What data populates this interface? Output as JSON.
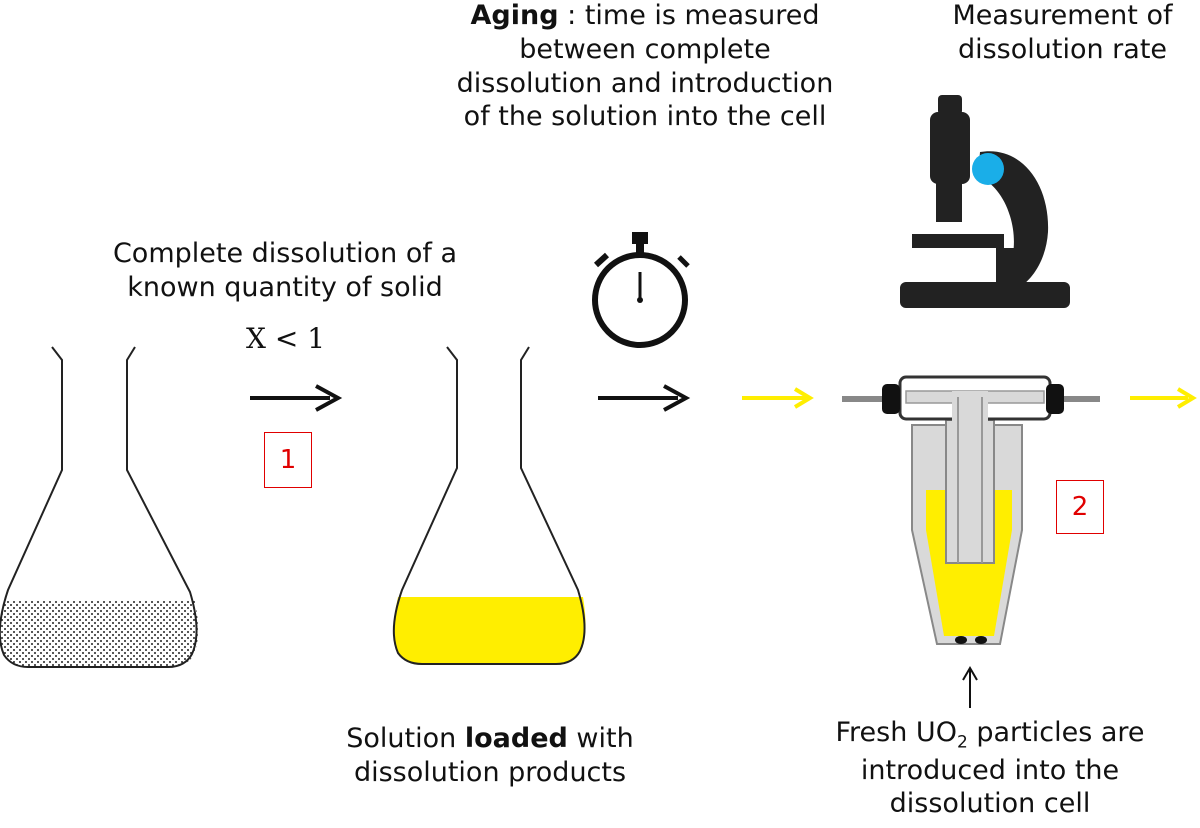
{
  "aging": {
    "bold": "Aging",
    "line1_rest": " : time is measured",
    "line2": "between complete",
    "line3": "dissolution and introduction",
    "line4": "of the solution into the cell"
  },
  "measurement": {
    "line1": "Measurement of",
    "line2": "dissolution rate"
  },
  "complete_dissolution": {
    "line1": "Complete dissolution of a",
    "line2": "known quantity of solid"
  },
  "x_label": "X < 1",
  "step1": "1",
  "step2": "2",
  "solution": {
    "pre": "Solution ",
    "bold": "loaded",
    "post": " with",
    "line2": "dissolution products"
  },
  "fresh": {
    "pre": "Fresh UO",
    "sub": "2",
    "post": " particles are",
    "line2": "introduced into the",
    "line3": "dissolution cell"
  },
  "colors": {
    "yellow": "#ffee00",
    "red": "#e00000",
    "microscope_dot": "#1aaee8",
    "black": "#111111"
  }
}
